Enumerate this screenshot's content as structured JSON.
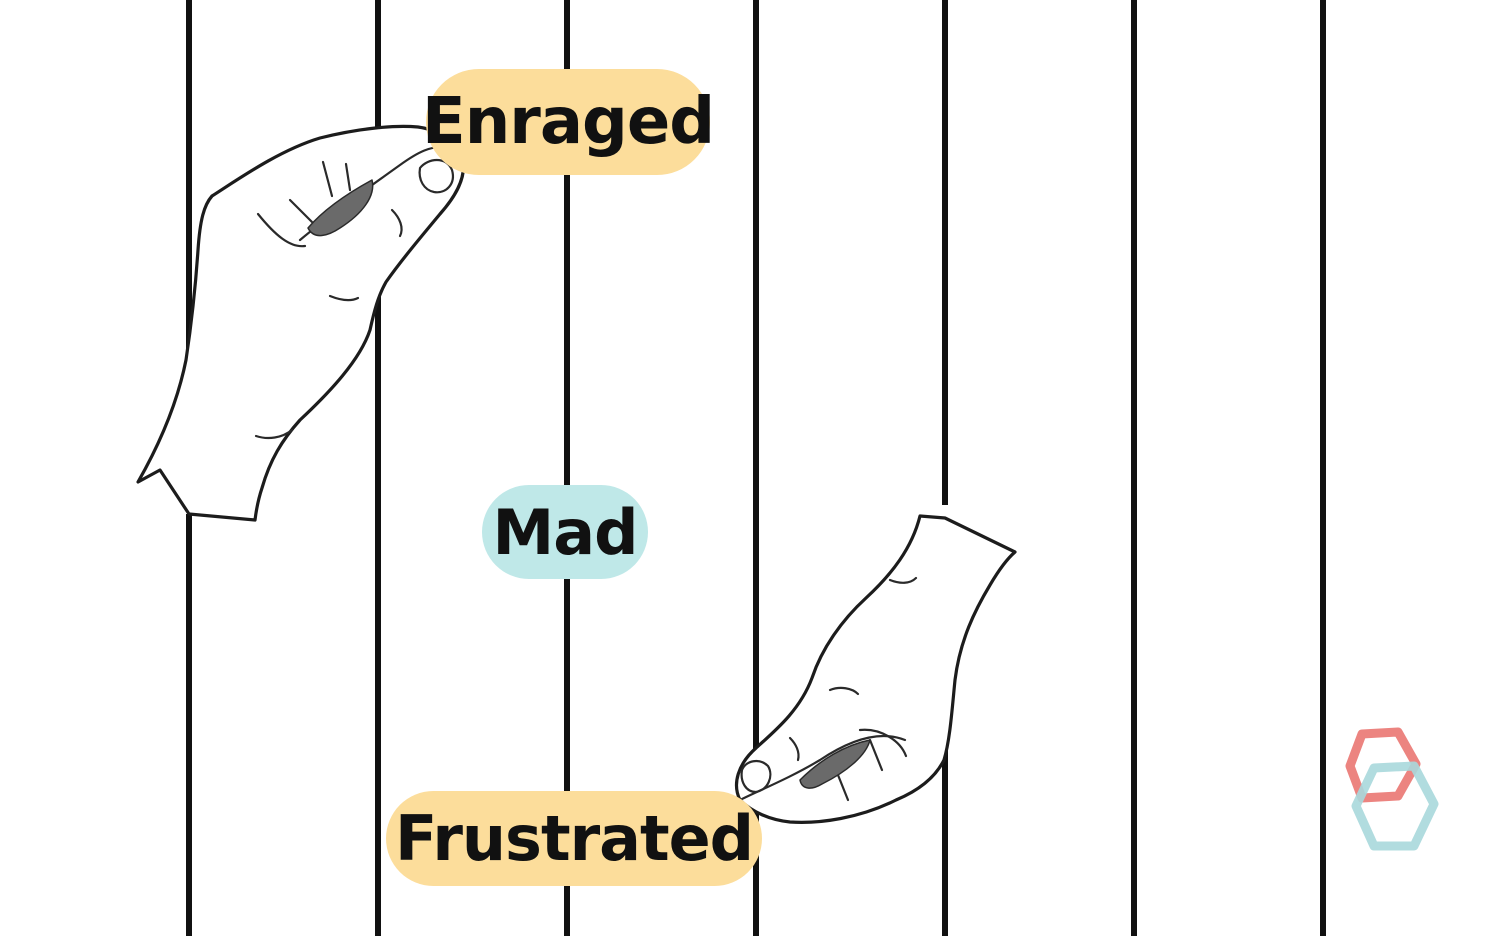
{
  "labels": {
    "top": "Enraged",
    "middle": "Mad",
    "bottom": "Frustrated"
  },
  "colors": {
    "background": "#ffffff",
    "line": "#111111",
    "pill_warm": "#fcdd9b",
    "pill_cool": "#bfe8e8",
    "logo_red": "#ec8480",
    "logo_teal": "#a8d8db"
  },
  "icons": [
    "hand-pinching-icon",
    "logo-hexagons-icon"
  ]
}
